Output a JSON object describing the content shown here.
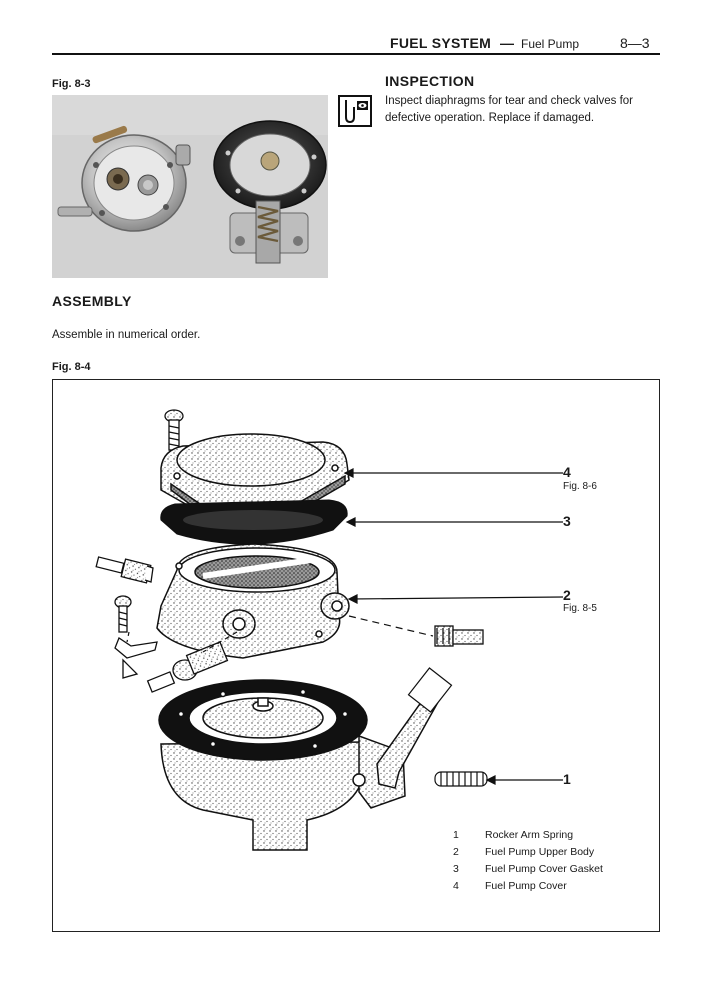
{
  "header": {
    "section": "FUEL SYSTEM",
    "dash": "—",
    "subsection": "Fuel Pump",
    "page_number": "8—3"
  },
  "fig_8_3": {
    "label": "Fig. 8-3"
  },
  "inspection": {
    "title": "INSPECTION",
    "icon": "inspection-eye-icon",
    "line1": "Inspect diaphragms for tear and check valves for",
    "line2": "defective operation.  Replace if damaged."
  },
  "assembly": {
    "title": "ASSEMBLY",
    "text": "Assemble in numerical order."
  },
  "fig_8_4": {
    "label": "Fig. 8-4",
    "callouts": [
      {
        "num": "4",
        "ref": "Fig. 8-6"
      },
      {
        "num": "3",
        "ref": ""
      },
      {
        "num": "2",
        "ref": "Fig. 8-5"
      },
      {
        "num": "1",
        "ref": ""
      }
    ],
    "legend": [
      {
        "num": "1",
        "text": "Rocker Arm Spring"
      },
      {
        "num": "2",
        "text": "Fuel Pump Upper Body"
      },
      {
        "num": "3",
        "text": "Fuel Pump Cover Gasket"
      },
      {
        "num": "4",
        "text": "Fuel Pump Cover"
      }
    ]
  }
}
